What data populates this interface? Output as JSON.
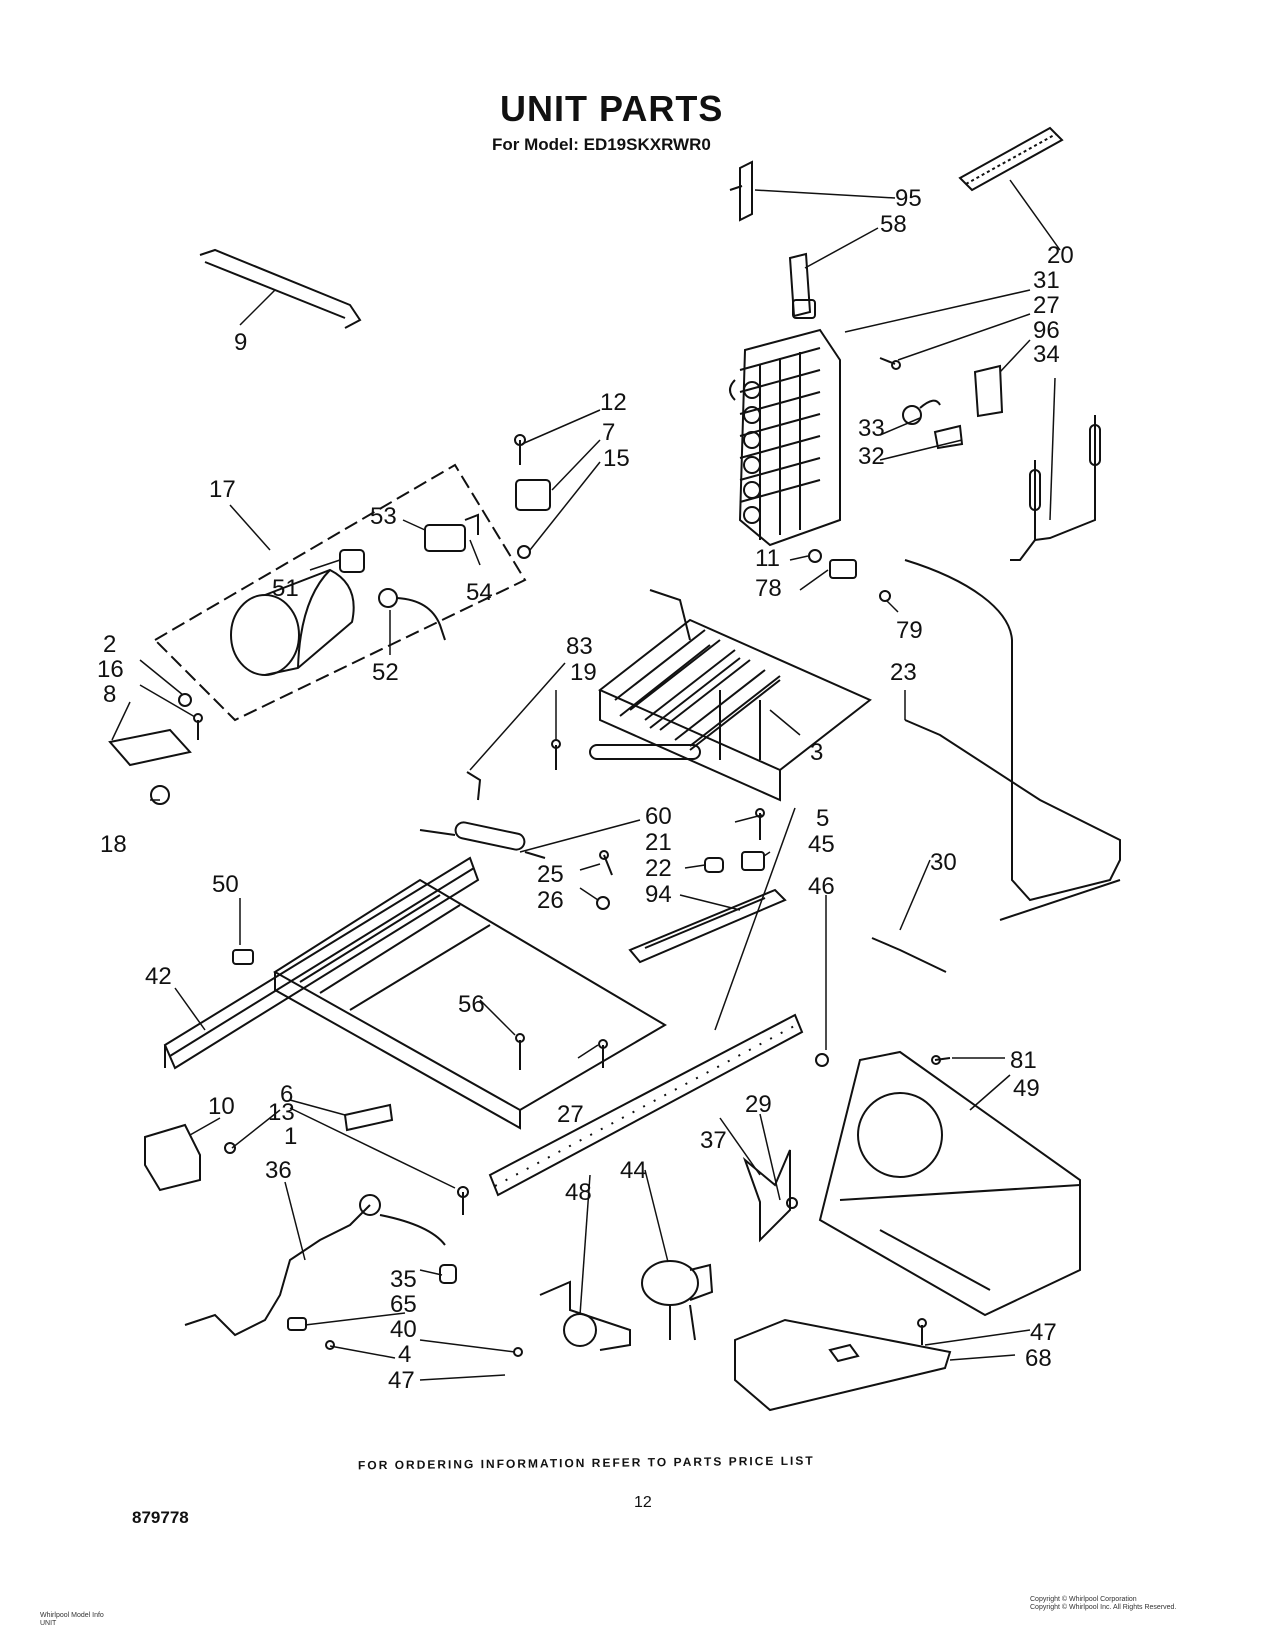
{
  "header": {
    "title": "UNIT PARTS",
    "model_line": "For Model: ED19SKXRWR0"
  },
  "footer": {
    "ordering_note": "FOR ORDERING INFORMATION REFER TO PARTS PRICE LIST",
    "page_number": "12",
    "document_number": "879778",
    "bottom_left_line1": "Whirlpool Model Info",
    "bottom_left_line2": "UNIT",
    "copyright_line1": "Copyright © Whirlpool Corporation",
    "copyright_line2": "Copyright © Whirlpool Inc. All Rights Reserved."
  },
  "callouts": [
    "95",
    "58",
    "20",
    "31",
    "27",
    "96",
    "34",
    "9",
    "12",
    "7",
    "15",
    "33",
    "32",
    "17",
    "53",
    "51",
    "54",
    "11",
    "78",
    "52",
    "79",
    "2",
    "16",
    "8",
    "83",
    "19",
    "23",
    "3",
    "18",
    "60",
    "21",
    "5",
    "25",
    "22",
    "45",
    "26",
    "94",
    "46",
    "50",
    "30",
    "42",
    "56",
    "27",
    "81",
    "6",
    "49",
    "10",
    "13",
    "29",
    "37",
    "1",
    "36",
    "44",
    "48",
    "35",
    "65",
    "47",
    "40",
    "68",
    "4",
    "47"
  ]
}
